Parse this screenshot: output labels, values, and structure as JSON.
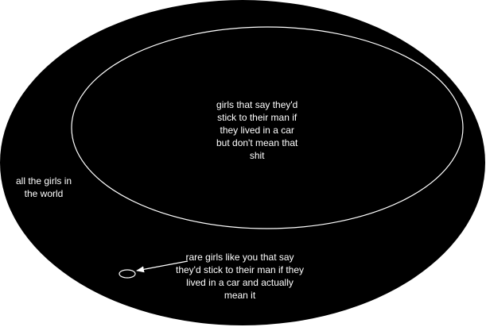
{
  "diagram": {
    "outer_set_label_lines": [
      "all the girls in",
      "the world"
    ],
    "inner_set_label_lines": [
      "girls that say they'd",
      "stick to their man if",
      "they lived in a car",
      "but don't mean that",
      "shit"
    ],
    "small_set_label_lines": [
      "rare girls like you that say",
      "they'd stick to their man if they",
      "lived in a car and actually",
      "mean it"
    ],
    "colors": {
      "outer_fill": "#000000",
      "inner_stroke": "#ffffff",
      "arrow": "#ffffff",
      "text": "#ffffff"
    }
  }
}
